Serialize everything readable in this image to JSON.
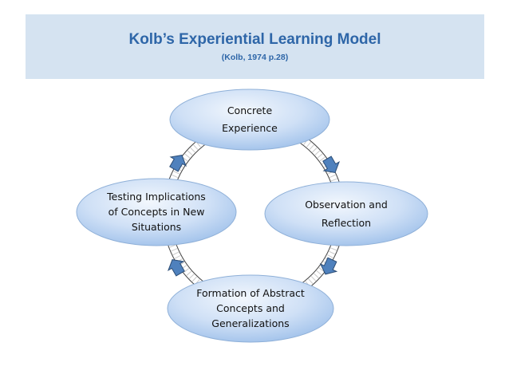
{
  "header": {
    "title": "Kolb’s Experiential Learning Model",
    "subtitle": "(Kolb, 1974 p.28)"
  },
  "diagram": {
    "nodes": [
      {
        "id": "concrete-experience",
        "lines": [
          "Concrete",
          "Experience"
        ]
      },
      {
        "id": "observation-reflection",
        "lines": [
          "Observation and",
          "Reflection"
        ]
      },
      {
        "id": "abstract-concepts",
        "lines": [
          "Formation of Abstract",
          "Concepts and",
          "Generalizations"
        ]
      },
      {
        "id": "testing-implications",
        "lines": [
          "Testing Implications",
          "of Concepts in New",
          "Situations"
        ]
      }
    ],
    "colors": {
      "title": "#2e66a8",
      "band": "#d5e3f1",
      "ellipse_fill_light": "#f2f7fd",
      "ellipse_fill_dark": "#9ec0ea",
      "arrow": "#4f81bd"
    }
  }
}
